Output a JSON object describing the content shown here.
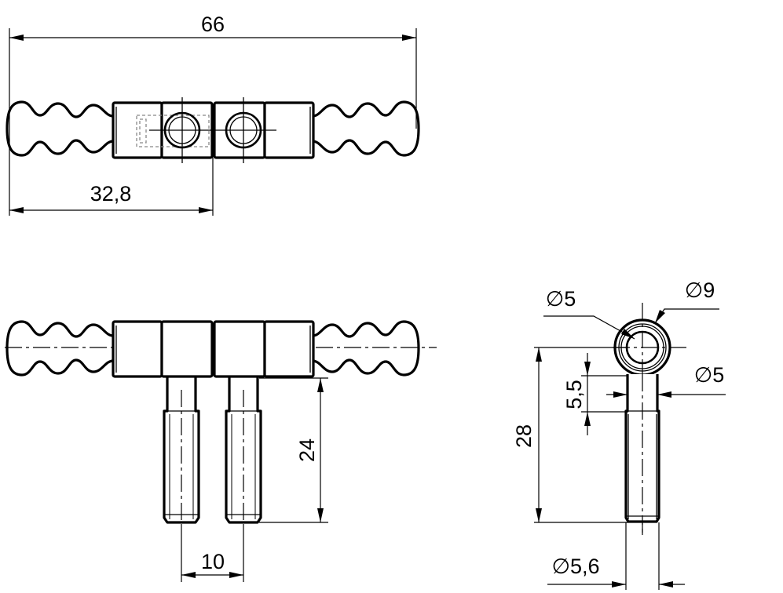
{
  "dimensions": {
    "overall_length": "66",
    "half_length": "32,8",
    "pin_length": "24",
    "pin_spacing": "10",
    "bore_diameter": "∅5",
    "outer_diameter": "∅9",
    "neck_diameter": "∅5",
    "neck_length": "5,5",
    "total_height": "28",
    "thread_diameter": "∅5,6"
  }
}
